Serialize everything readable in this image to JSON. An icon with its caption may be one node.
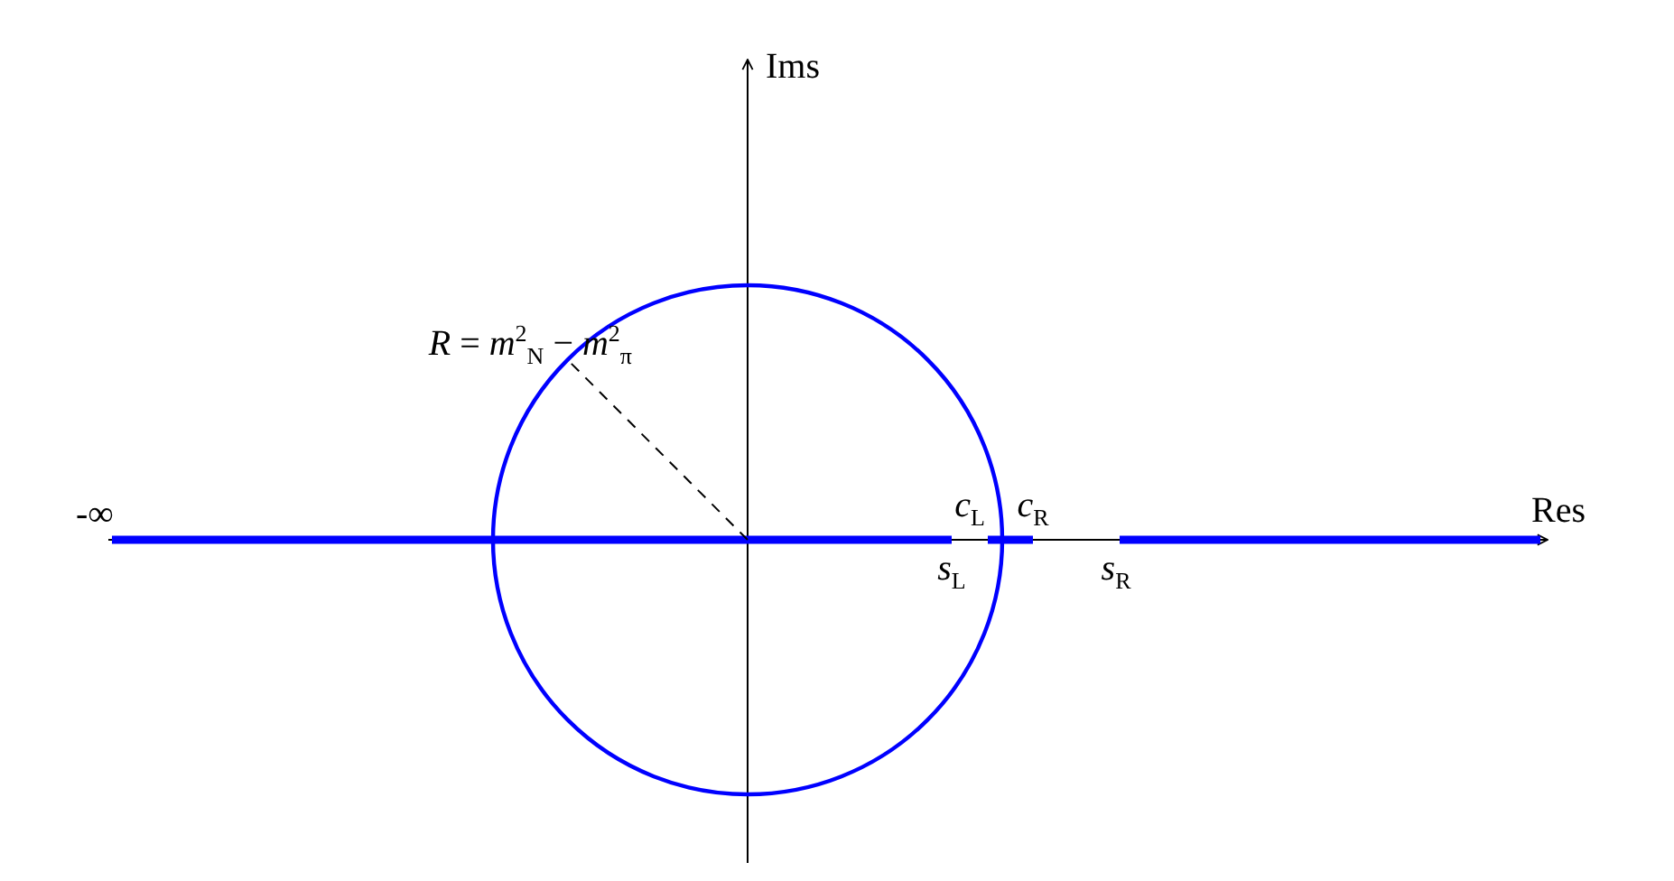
{
  "diagram": {
    "labels": [
      "Ims",
      "-∞",
      "*R* = *m*$^{2}$$_{N}$ − *m*$^{2}$$_{π}$",
      "*c*$_{L}$",
      "*c*$_{R}$",
      "Res",
      "*s*$_{L}$",
      "*s*$_{R}$"
    ]
  }
}
